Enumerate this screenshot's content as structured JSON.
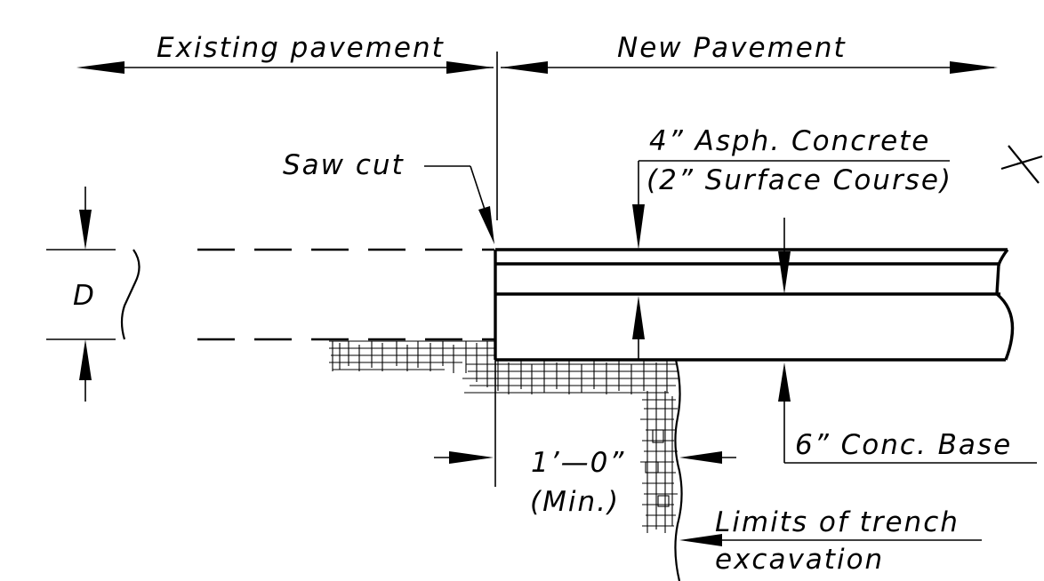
{
  "labels": {
    "existing_pavement": "Existing pavement",
    "new_pavement": "New Pavement",
    "asph_concrete": "4” Asph. Concrete",
    "surface_course": "(2” Surface Course)",
    "saw_cut": "Saw cut",
    "depth": "D",
    "trench_width": "1’—0”",
    "trench_width_min": "(Min.)",
    "conc_base": "6” Conc. Base",
    "trench_limits_1": "Limits of trench",
    "trench_limits_2": "excavation"
  },
  "colors": {
    "line": "#000000",
    "background": "#ffffff"
  },
  "symbols": {
    "note_marker": "asterisk-icon"
  }
}
